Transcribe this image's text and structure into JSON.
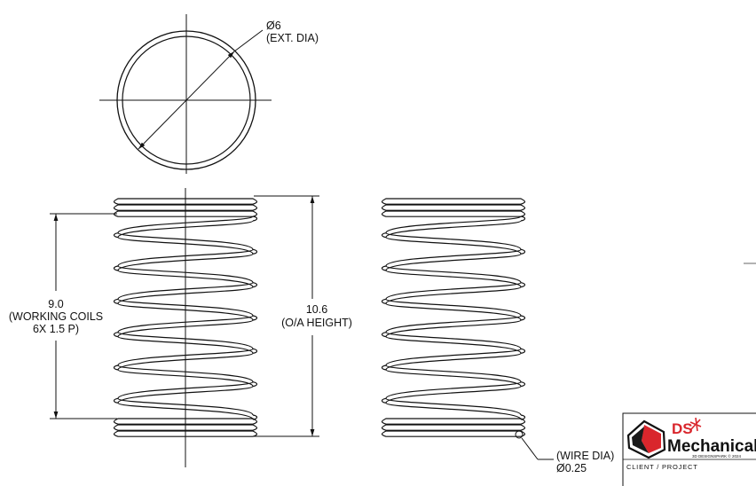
{
  "annotations": {
    "ext_dia": {
      "value": "Ø6",
      "label": "(EXT. DIA)"
    },
    "working_coils": {
      "value": "9.0",
      "label": "(WORKING COILS",
      "detail": "6X 1.5 P)"
    },
    "overall_height": {
      "value": "10.6",
      "label": "(O/A HEIGHT)"
    },
    "wire_dia": {
      "label": "(WIRE DIA)",
      "value": "Ø0.25"
    }
  },
  "title_block": {
    "logo_text_top": "DS",
    "logo_text_main": "Mechanical",
    "logo_subtext": "3D DESIGNSPARK © 2024",
    "client_project_label": "CLIENT / PROJECT",
    "colors": {
      "accent": "#d9262c",
      "ink": "#111111"
    }
  }
}
